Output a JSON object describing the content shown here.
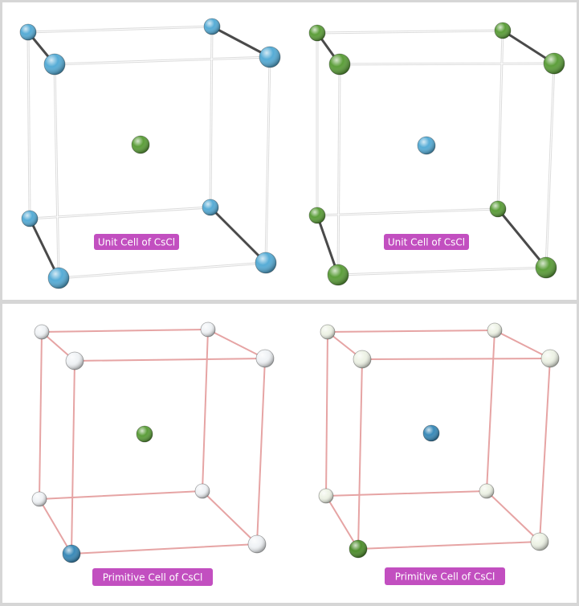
{
  "panels": [
    {
      "label": "Unit Cell of CsCl",
      "variant": "unit",
      "corner_color": "#56acd6",
      "center_color": "#5c9e3a",
      "edge_color": "#dcdcdc"
    },
    {
      "label": "Unit Cell of CsCl",
      "variant": "unit",
      "corner_color": "#5c9e3a",
      "center_color": "#56acd6",
      "edge_color": "#dcdcdc"
    },
    {
      "label": "Primitive Cell of CsCl",
      "variant": "primitive",
      "corner_color": "#f0f3f6",
      "special_color": "#3a8ab8",
      "center_color": "#5c9e3a",
      "edge_color": "#e6a4a4"
    },
    {
      "label": "Primitive Cell of CsCl",
      "variant": "primitive",
      "corner_color": "#eef3e6",
      "special_color": "#4f8e2e",
      "center_color": "#3a8ab8",
      "edge_color": "#e6a4a4"
    }
  ],
  "label_color": "#c24fc0"
}
